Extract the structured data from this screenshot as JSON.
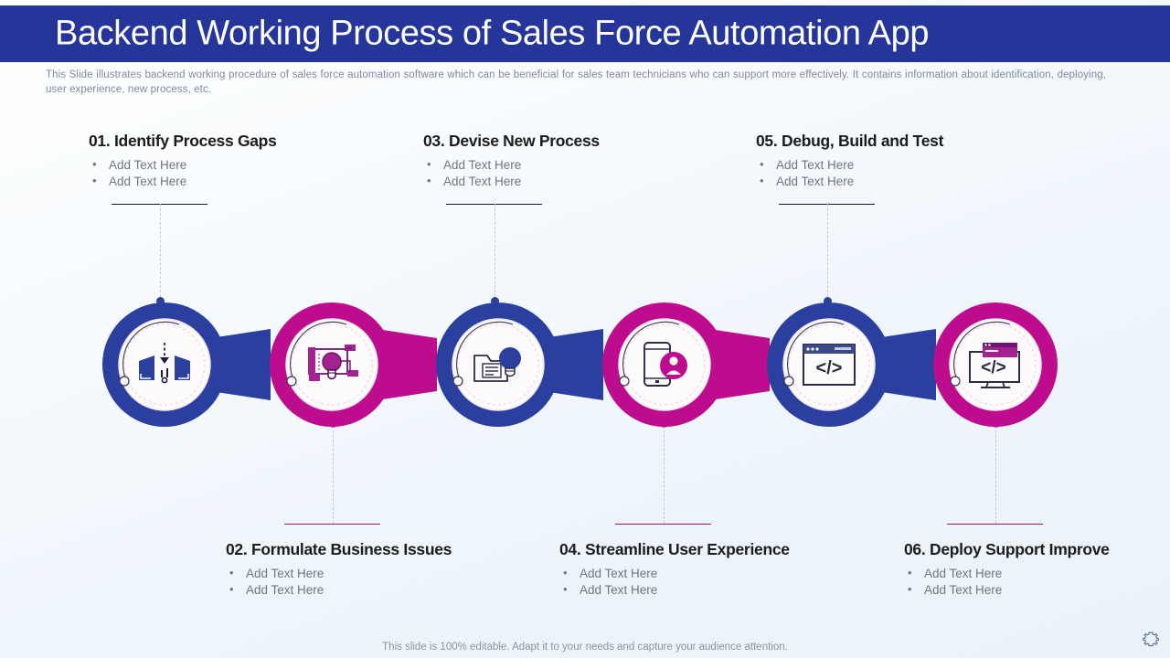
{
  "header": {
    "title": "Backend Working Process of Sales Force Automation App",
    "bar_color": "#25359a"
  },
  "subtitle": "This Slide illustrates backend working procedure of sales force automation software which can be beneficial for sales team technicians who can support more effectively.  It contains information about identification, deploying, user experience, new process, etc.",
  "colors": {
    "blue": "#2b3f9e",
    "magenta": "#bd0d8e",
    "title_text": "#1c1c1c",
    "body_text": "#6f7680"
  },
  "steps": [
    {
      "number": "01.",
      "title": "01. Identify Process Gaps",
      "bullets": [
        "Add Text Here",
        "Add Text Here"
      ],
      "position": "top",
      "color": "blue",
      "icon": "process-gap-icon"
    },
    {
      "number": "02.",
      "title": "02. Formulate Business Issues",
      "bullets": [
        "Add Text Here",
        "Add Text Here"
      ],
      "position": "bottom",
      "color": "magenta",
      "icon": "idea-monitor-icon"
    },
    {
      "number": "03.",
      "title": "03. Devise New Process",
      "bullets": [
        "Add Text Here",
        "Add Text Here"
      ],
      "position": "top",
      "color": "blue",
      "icon": "document-lightbulb-icon"
    },
    {
      "number": "04.",
      "title": "04. Streamline User Experience",
      "bullets": [
        "Add Text Here",
        "Add Text Here"
      ],
      "position": "bottom",
      "color": "magenta",
      "icon": "mobile-user-icon"
    },
    {
      "number": "05.",
      "title": "05. Debug, Build and Test",
      "bullets": [
        "Add Text Here",
        "Add Text Here"
      ],
      "position": "top",
      "color": "blue",
      "icon": "code-browser-icon"
    },
    {
      "number": "06.",
      "title": "06. Deploy Support Improve",
      "bullets": [
        "Add Text Here",
        "Add Text Here"
      ],
      "position": "bottom",
      "color": "magenta",
      "icon": "code-monitor-icon"
    }
  ],
  "footer": {
    "note": "This slide is 100% editable. Adapt it to your  needs and capture your audience attention."
  }
}
